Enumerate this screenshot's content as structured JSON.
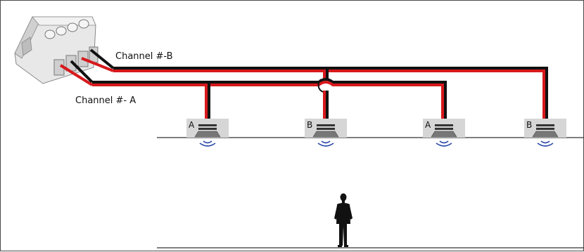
{
  "labels": {
    "channel_b": "Channel #-B",
    "channel_a": "Channel #- A"
  },
  "speakers": [
    {
      "label": "A",
      "channel": "A"
    },
    {
      "label": "B",
      "channel": "B"
    },
    {
      "label": "A",
      "channel": "A"
    },
    {
      "label": "B",
      "channel": "B"
    }
  ],
  "colors": {
    "wire_red": "#d7191c",
    "wire_black": "#111111",
    "wave_blue": "#2b4aa8",
    "speaker_bg": "#d6d6d6",
    "connector": "#e6e6e6"
  },
  "icons": {
    "connector": "terminal-block-connector-icon",
    "speaker": "ceiling-speaker-icon",
    "sound_waves": "sound-wave-icon",
    "person": "person-silhouette-icon"
  }
}
